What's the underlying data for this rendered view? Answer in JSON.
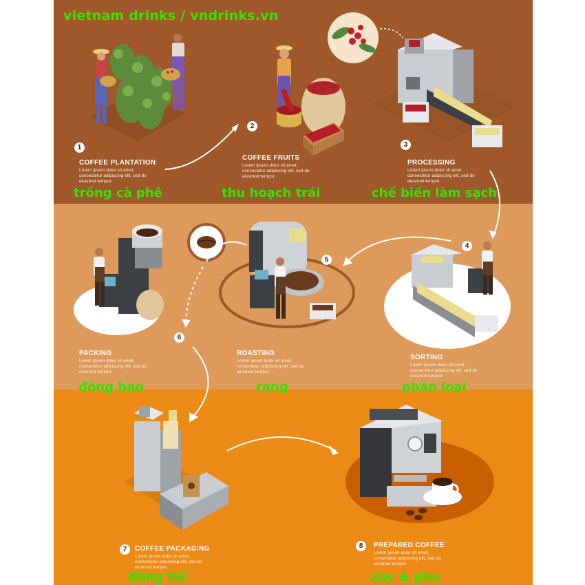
{
  "brand": "vietnam drinks / vndrinks.vn",
  "colors": {
    "band_top": "#a0582a",
    "band_mid": "#dd9a5a",
    "band_bottom": "#ec8a16",
    "overlay_text": "#33e400"
  },
  "steps": [
    {
      "num": "1",
      "title": "COFFEE PLANTATION",
      "desc1": "Lorem ipsum dolor sit amet,",
      "desc2": "consectetur adipiscing elit, sed do",
      "desc3": "eiusmod tempor.",
      "vn": "trồng cà phê"
    },
    {
      "num": "2",
      "title": "COFFEE FRUITS",
      "desc1": "Lorem ipsum dolor sit amet,",
      "desc2": "consectetur adipiscing elit, sed do",
      "desc3": "eiusmod tempor.",
      "vn": "thu hoạch trái"
    },
    {
      "num": "3",
      "title": "PROCESSING",
      "desc1": "Lorem ipsum dolor sit amet,",
      "desc2": "consectetur adipiscing elit, sed do",
      "desc3": "eiusmod tempor.",
      "vn": "chế biến làm sạch"
    },
    {
      "num": "4",
      "title": "SORTING",
      "desc1": "Lorem ipsum dolor sit amet,",
      "desc2": "consectetur adipiscing elit, sed do",
      "desc3": "eiusmod tempor.",
      "vn": "phân loại"
    },
    {
      "num": "5",
      "title": "ROASTING",
      "desc1": "Lorem ipsum dolor sit amet,",
      "desc2": "consectetur adipiscing elit, sed do",
      "desc3": "eiusmod tempor.",
      "vn": "rang"
    },
    {
      "num": "6",
      "title": "PACKING",
      "desc1": "Lorem ipsum dolor sit amet,",
      "desc2": "consectetur adipiscing elit, sed do",
      "desc3": "eiusmod tempor.",
      "vn": "đóng bao"
    },
    {
      "num": "7",
      "title": "COFFEE PACKAGING",
      "desc1": "Lorem ipsum dolor sit amet,",
      "desc2": "consectetur adipiscing elit, sed do",
      "desc3": "eiusmod tempor.",
      "vn": "đóng túi"
    },
    {
      "num": "8",
      "title": "PREPARED COFFEE",
      "desc1": "Lorem ipsum dolor sit amet,",
      "desc2": "consectetur adipiscing elit, sed do",
      "desc3": "eiusmod tempor.",
      "vn": "xay & pha"
    }
  ]
}
